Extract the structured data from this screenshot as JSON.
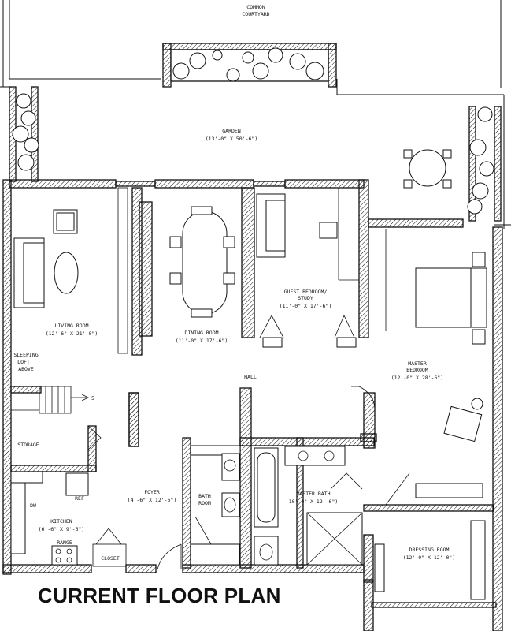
{
  "title": "CURRENT FLOOR PLAN",
  "labels": {
    "courtyard_line1": "COMMON",
    "courtyard_line2": "COURTYARD",
    "garden": "GARDEN",
    "garden_dim": "(13'-0\" X 50'-6\")",
    "living": "LIVING ROOM",
    "living_dim": "(12'-6\" X 21'-0\")",
    "dining": "DINING ROOM",
    "dining_dim": "(11'-0\" X 17'-6\")",
    "guest_line1": "GUEST BEDROOM/",
    "guest_line2": "STUDY",
    "guest_dim": "(11'-0\" X 17'-6\")",
    "hall": "HALL",
    "master_line1": "MASTER",
    "master_line2": "BEDROOM",
    "master_dim": "(12'-0\" X 28'-6\")",
    "loft_line1": "SLEEPING",
    "loft_line2": "LOFT",
    "loft_line3": "ABOVE",
    "stair_count": "5",
    "storage": "STORAGE",
    "foyer": "FOYER",
    "foyer_dim": "(4'-6\" X 12'-6\")",
    "bath_line1": "BATH",
    "bath_line2": "ROOM",
    "masterbath": "MASTER BATH",
    "masterbath_dim": "10'-0\" X 12'-6\")",
    "kitchen": "KITCHEN",
    "kitchen_dim": "(6'-6\" X 9'-6\")",
    "dw": "DW",
    "ref": "REF",
    "range": "RANGE",
    "closet": "CLOSET",
    "dressing": "DRESSING ROOM",
    "dressing_dim": "(12'-0\" X 12'-0\")"
  }
}
